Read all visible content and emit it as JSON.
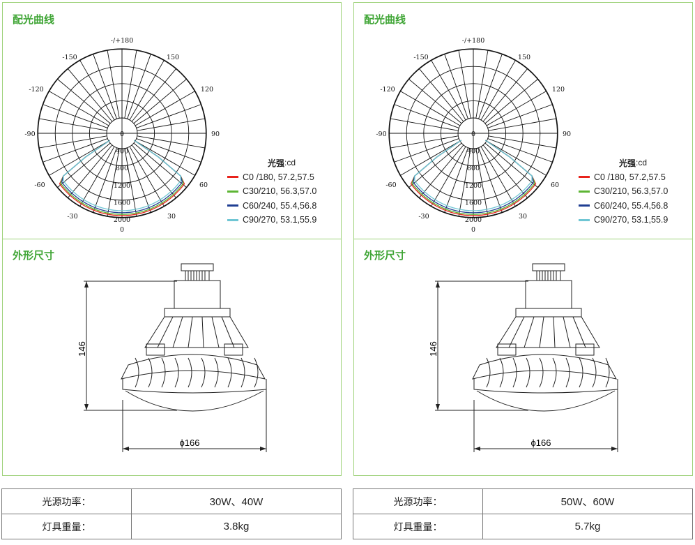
{
  "colors": {
    "accent_green": "#3fa535",
    "panel_border": "#9fd27b"
  },
  "products": [
    {
      "photometric": {
        "section_title": "配光曲线",
        "angle_labels": [
          "-/+180",
          "-150",
          "150",
          "-120",
          "120",
          "-90",
          "90",
          "-60",
          "60",
          "-30",
          "30",
          "0"
        ],
        "radial_labels": [
          "0",
          "400",
          "800",
          "1200",
          "1600",
          "2000"
        ],
        "legend_title": "光强",
        "legend_unit": ":cd",
        "legend": [
          {
            "label": "C0  /180, 57.2,57.5",
            "color": "#e8231c"
          },
          {
            "label": "C30/210, 56.3,57.0",
            "color": "#5db534"
          },
          {
            "label": "C60/240, 55.4,56.8",
            "color": "#1f3e92"
          },
          {
            "label": "C90/270, 53.1,55.9",
            "color": "#6fc6d4"
          }
        ]
      },
      "dimensions": {
        "section_title": "外形尺寸",
        "height": "146",
        "diameter": "ϕ166"
      },
      "specs": [
        {
          "key": "光源功率：",
          "value": "30W、40W"
        },
        {
          "key": "灯具重量：",
          "value": "3.8kg"
        }
      ]
    },
    {
      "photometric": {
        "section_title": "配光曲线",
        "angle_labels": [
          "-/+180",
          "-150",
          "150",
          "-120",
          "120",
          "-90",
          "90",
          "-60",
          "60",
          "-30",
          "30",
          "0"
        ],
        "radial_labels": [
          "0",
          "400",
          "800",
          "1200",
          "1600",
          "2000"
        ],
        "legend_title": "光强",
        "legend_unit": ":cd",
        "legend": [
          {
            "label": "C0  /180, 57.2,57.5",
            "color": "#e8231c"
          },
          {
            "label": "C30/210, 56.3,57.0",
            "color": "#5db534"
          },
          {
            "label": "C60/240, 55.4,56.8",
            "color": "#1f3e92"
          },
          {
            "label": "C90/270, 53.1,55.9",
            "color": "#6fc6d4"
          }
        ]
      },
      "dimensions": {
        "section_title": "外形尺寸",
        "height": "146",
        "diameter": "ϕ166"
      },
      "specs": [
        {
          "key": "光源功率：",
          "value": "50W、60W"
        },
        {
          "key": "灯具重量：",
          "value": "5.7kg"
        }
      ]
    }
  ]
}
